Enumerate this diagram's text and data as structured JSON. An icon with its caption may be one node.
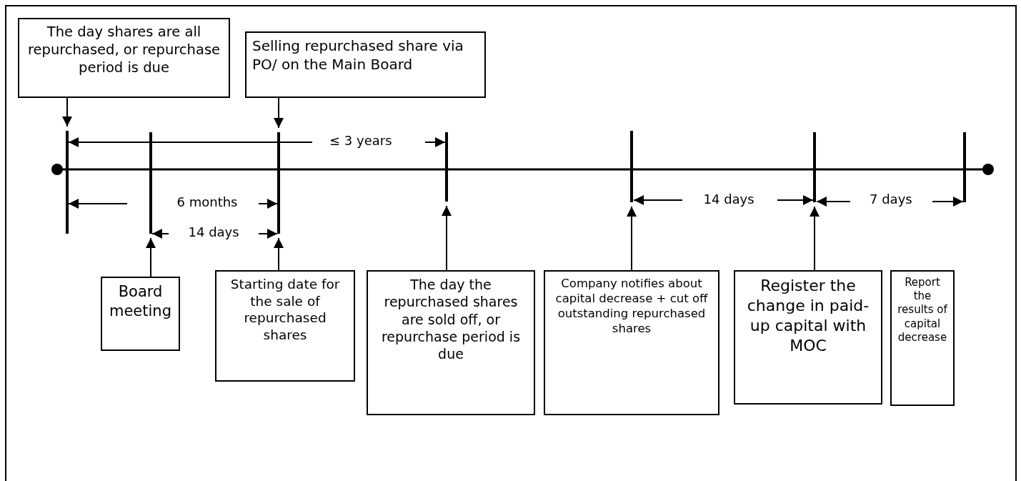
{
  "diagram": {
    "nodes": [
      {
        "text": [
          "The day shares are all repurchased, or repurchase period is due"
        ]
      },
      {
        "text": [
          "Selling repurchased share via PO/ on the Main Board"
        ]
      },
      {
        "text": [],
        "shape": "bar"
      },
      {
        "text": [],
        "shape": "bar"
      },
      {
        "text": [],
        "shape": "bar"
      },
      {
        "text": [],
        "shape": "bar"
      },
      {
        "text": [],
        "shape": "bar"
      },
      {
        "text": [],
        "shape": "bar"
      },
      {
        "text": [],
        "shape": "bar"
      },
      {
        "text": [
          "Board meeting"
        ]
      },
      {
        "text": [
          "Starting date for the sale of repurchased shares"
        ]
      },
      {
        "text": [
          "The day the repurchased shares are sold off, or repurchase period is due"
        ]
      },
      {
        "text": [
          "Company notifies about capital decrease + cut off outstanding repurchased shares"
        ]
      },
      {
        "text": [
          "Register the change in paid-up capital with MOC"
        ]
      },
      {
        "text": [
          "Report the results of capital decrease"
        ]
      }
    ],
    "edges": [
      {
        "from": 0,
        "to": 2,
        "arrow": "to"
      },
      {
        "from": 1,
        "to": 4,
        "arrow": "to"
      },
      {
        "from": 9,
        "to": 3,
        "arrow": "to"
      },
      {
        "from": 10,
        "to": 4,
        "arrow": "to"
      },
      {
        "from": 11,
        "to": 5,
        "arrow": "to"
      },
      {
        "from": 12,
        "to": 6,
        "arrow": "to"
      },
      {
        "from": 13,
        "to": 7,
        "arrow": "to"
      }
    ],
    "labels": [
      "≤ 3 years",
      "6 months",
      "14 days",
      "14 days",
      "7 days"
    ]
  }
}
